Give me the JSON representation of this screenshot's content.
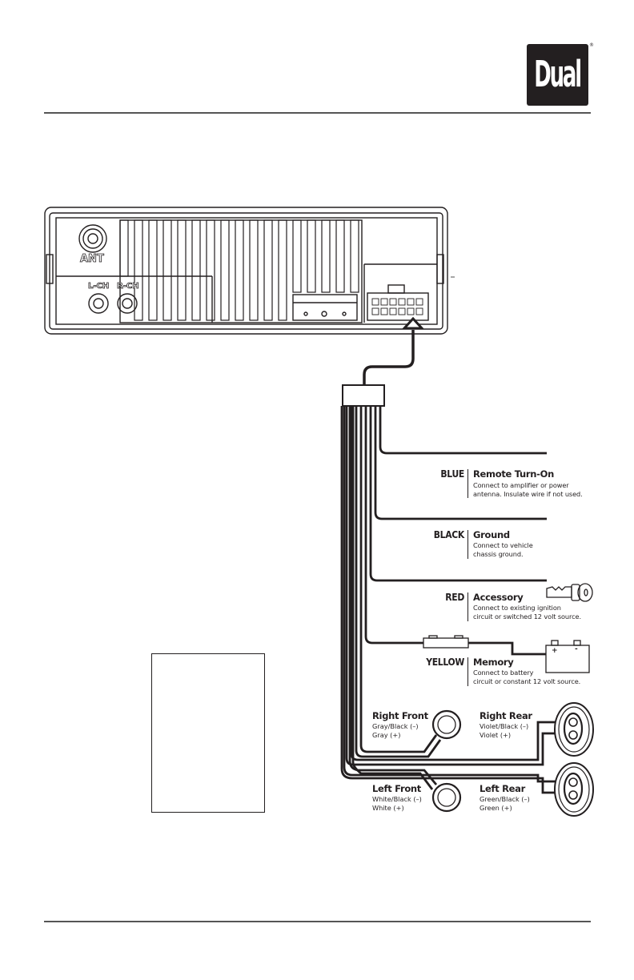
{
  "brand": {
    "logo": "Dual",
    "registered": "®"
  },
  "head_unit": {
    "antenna_label": "ANT",
    "left_channel_label": "L-CH",
    "right_channel_label": "R-CH"
  },
  "wires": [
    {
      "color_label": "BLUE",
      "function": "Remote Turn-On",
      "description_lines": [
        "Connect to amplifier or power",
        "antenna. Insulate wire if not used."
      ]
    },
    {
      "color_label": "BLACK",
      "function": "Ground",
      "description_lines": [
        "Connect to vehicle",
        "chassis ground."
      ]
    },
    {
      "color_label": "RED",
      "function": "Accessory",
      "description_lines": [
        "Connect to existing ignition",
        "circuit or switched 12 volt source."
      ]
    },
    {
      "color_label": "YELLOW",
      "function": "Memory",
      "description_lines": [
        "Connect to battery",
        "circuit or constant 12 volt source."
      ]
    }
  ],
  "battery": {
    "plus": "+",
    "minus": "-"
  },
  "speakers": {
    "right_front": {
      "title": "Right Front",
      "neg": "Gray/Black (–)",
      "pos": "Gray (+)"
    },
    "right_rear": {
      "title": "Right Rear",
      "neg": "Violet/Black (–)",
      "pos": "Violet (+)"
    },
    "left_front": {
      "title": "Left Front",
      "neg": "White/Black (–)",
      "pos": "White (+)"
    },
    "left_rear": {
      "title": "Left Rear",
      "neg": "Green/Black (–)",
      "pos": "Green (+)"
    }
  }
}
